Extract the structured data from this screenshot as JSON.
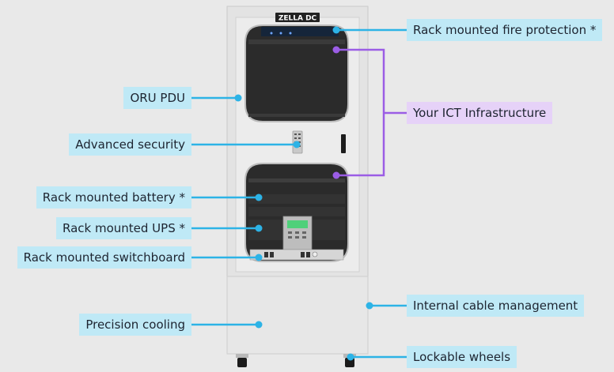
{
  "brand": {
    "logo_text": "ZELLA DC"
  },
  "labels": {
    "fire_protection": "Rack mounted fire protection *",
    "ict_infrastructure": "Your ICT Infrastructure",
    "oru_pdu": "ORU PDU",
    "advanced_security": "Advanced security",
    "rack_battery": "Rack mounted battery *",
    "rack_ups": "Rack mounted UPS *",
    "rack_switchboard": "Rack mounted switchboard",
    "cable_management": "Internal cable management",
    "precision_cooling": "Precision cooling",
    "lockable_wheels": "Lockable wheels"
  },
  "colors": {
    "callout_blue": "#2db3e6",
    "callout_purple": "#9b5de5",
    "label_blue_bg": "#bfe9f6",
    "label_purple_bg": "#e6d2f8",
    "cabinet_body": "#e2e2e2",
    "window_dark": "#2a2a2a",
    "ups_screen": "#4fd07a"
  }
}
